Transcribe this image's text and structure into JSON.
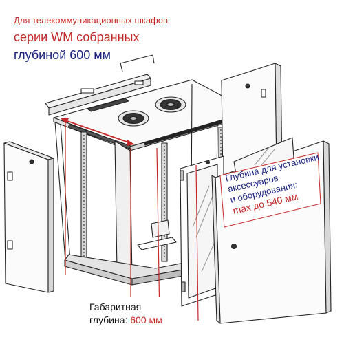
{
  "header": {
    "line1": "Для телекоммуникационных шкафов",
    "line2": "серии WM собранных",
    "line3": "глубиной 600 мм"
  },
  "labels": {
    "overall_depth_label": "Габаритная",
    "overall_depth_prefix": "глубина:",
    "overall_depth_value": "600 мм",
    "install_depth_line1": "Глубина для установки",
    "install_depth_line2": "аксессуаров",
    "install_depth_line3": "и оборудования:",
    "install_depth_value": "max до 540 мм"
  },
  "colors": {
    "accent_red": "#c62828",
    "text_blue": "#1a237e",
    "line_art": "#222222"
  }
}
